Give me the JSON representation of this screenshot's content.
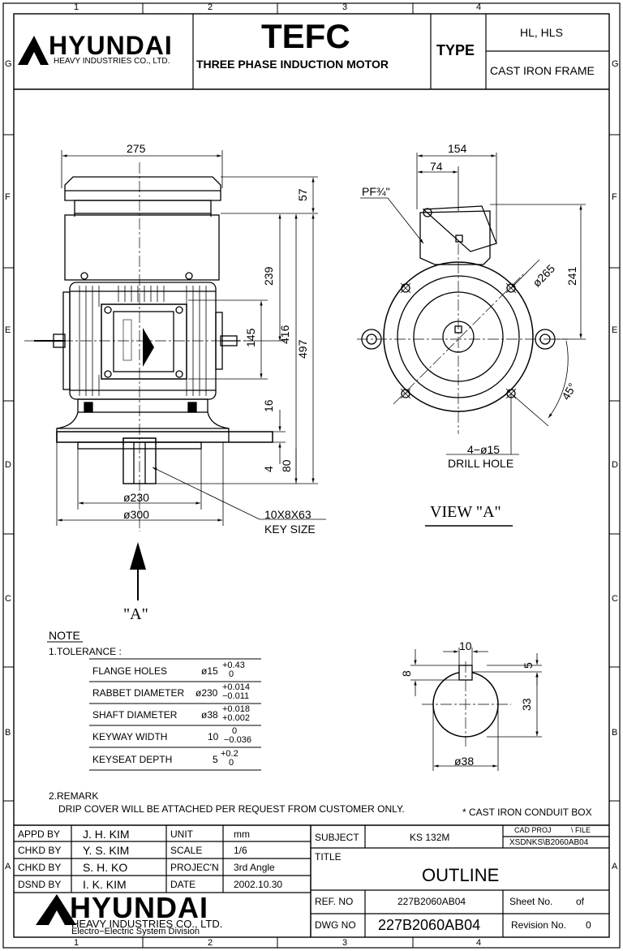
{
  "grid": {
    "columns": [
      "1",
      "2",
      "3",
      "4"
    ],
    "rows": [
      "G",
      "F",
      "E",
      "D",
      "C",
      "B",
      "A"
    ]
  },
  "header": {
    "company": "HYUNDAI",
    "company_sub": "HEAVY INDUSTRIES CO., LTD.",
    "title": "TEFC",
    "subtitle": "THREE PHASE INDUCTION MOTOR",
    "type_label": "TYPE",
    "type_value": "HL, HLS",
    "frame": "CAST IRON FRAME"
  },
  "front_view": {
    "dims": {
      "width_275": "275",
      "d57": "57",
      "d239": "239",
      "d145": "145",
      "d416": "416",
      "d497": "497",
      "d16": "16",
      "d4": "4",
      "d80": "80",
      "dia230": "ø230",
      "dia300": "ø300"
    },
    "key_size_value": "10X8X63",
    "key_size_label": "KEY SIZE",
    "arrow_label": "\"A\""
  },
  "view_a": {
    "dims": {
      "d154": "154",
      "d74": "74",
      "pf": "PF¾\"",
      "dia265": "ø265",
      "d241": "241",
      "angle45": "45°"
    },
    "drill_holes": "4−ø15",
    "drill_label": "DRILL HOLE",
    "title": "VIEW \"A\""
  },
  "shaft_view": {
    "d10": "10",
    "d8": "8",
    "d5": "5",
    "d33": "33",
    "dia38": "ø38"
  },
  "notes": {
    "heading": "NOTE",
    "tolerance_heading": "1.TOLERANCE :",
    "tolerances": [
      {
        "item": "FLANGE HOLES",
        "nominal": "ø15",
        "upper": "+0.43",
        "lower": "0"
      },
      {
        "item": "RABBET DIAMETER",
        "nominal": "ø230",
        "upper": "+0.014",
        "lower": "−0.011"
      },
      {
        "item": "SHAFT DIAMETER",
        "nominal": "ø38",
        "upper": "+0.018",
        "lower": "+0.002"
      },
      {
        "item": "KEYWAY WIDTH",
        "nominal": "10",
        "upper": "0",
        "lower": "−0.036"
      },
      {
        "item": "KEYSEAT DEPTH",
        "nominal": "5",
        "upper": "+0.2",
        "lower": "0"
      }
    ],
    "remark_heading": "2.REMARK",
    "remark_text": "DRIP COVER WILL BE ATTACHED PER REQUEST FROM CUSTOMER ONLY.",
    "conduit_note": "* CAST IRON CONDUIT BOX"
  },
  "title_block": {
    "approvals": [
      {
        "role": "APPD BY",
        "name": "J. H. KIM",
        "field": "UNIT",
        "value": "mm"
      },
      {
        "role": "CHKD BY",
        "name": "Y. S. KIM",
        "field": "SCALE",
        "value": "1/6"
      },
      {
        "role": "CHKD BY",
        "name": "S. H. KO",
        "field": "PROJEC'N",
        "value": "3rd Angle"
      },
      {
        "role": "DSND BY",
        "name": "I. K. KIM",
        "field": "DATE",
        "value": "2002.10.30"
      }
    ],
    "subject_label": "SUBJECT",
    "subject_value": "KS 132M",
    "cad_proj": "CAD PROJ",
    "cad_file": "\\ FILE",
    "cad_path": "XSDNKS\\B2060AB04",
    "title_label": "TITLE",
    "title_value": "OUTLINE",
    "ref_label": "REF. NO",
    "ref_value": "227B2060AB04",
    "sheet_label": "Sheet No.",
    "sheet_of": "of",
    "dwg_label": "DWG NO",
    "dwg_value": "227B2060AB04",
    "revision_label": "Revision No.",
    "revision_value": "0",
    "company": "HYUNDAI",
    "company_sub": "HEAVY INDUSTRIES CO., LTD.",
    "division": "Electro−Electric System Division"
  }
}
